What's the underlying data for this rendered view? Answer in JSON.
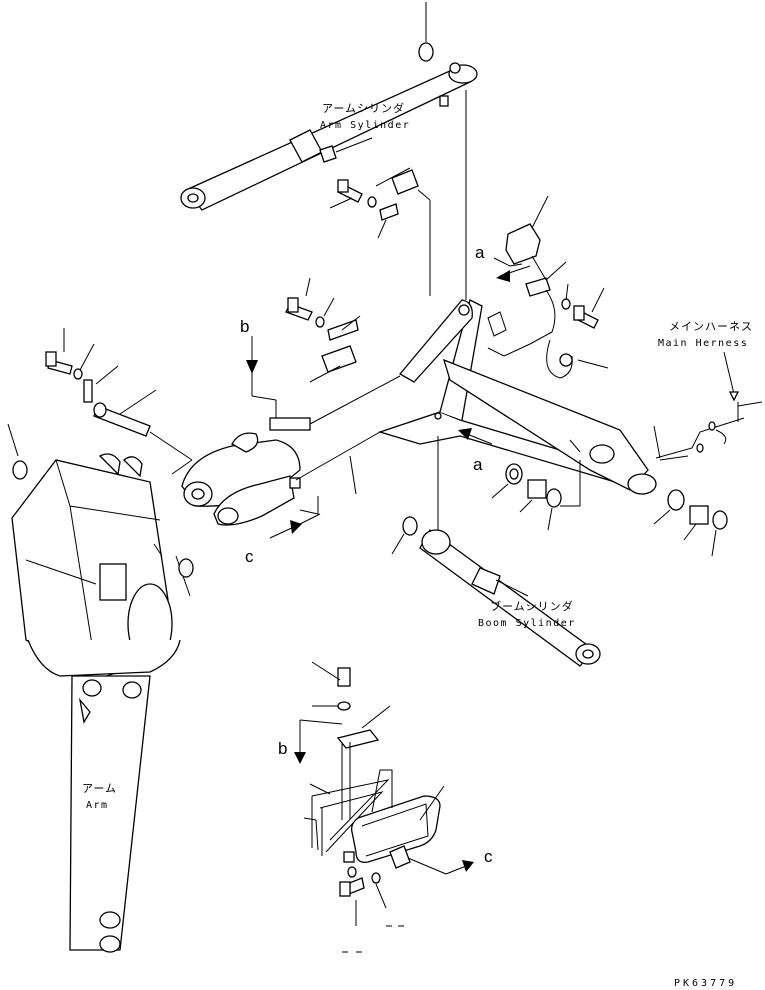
{
  "labels": {
    "arm_cylinder_jp": "アームシリンダ",
    "arm_cylinder_en": "Arm Sylinder",
    "main_harness_jp": "メインハーネス",
    "main_harness_en": "Main Herness",
    "boom_cylinder_jp": "ブームシリンダ",
    "boom_cylinder_en": "Boom Sylinder",
    "arm_jp": "アーム",
    "arm_en": "Arm"
  },
  "refs": {
    "a_upper": "a",
    "a_lower": "a",
    "b_upper": "b",
    "b_lower": "b",
    "c_left": "c",
    "c_right": "c"
  },
  "drawing_code": "PK63779"
}
